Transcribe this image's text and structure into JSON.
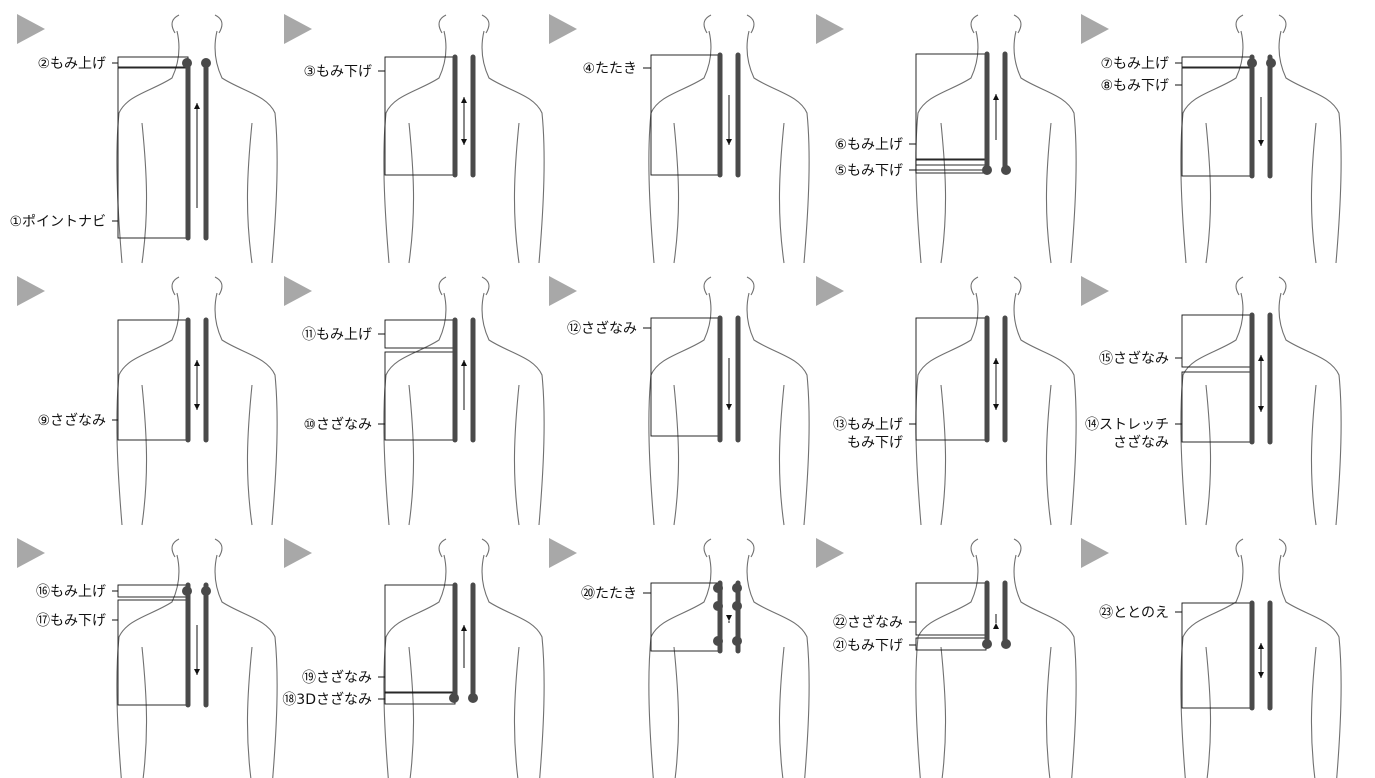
{
  "colors": {
    "arrow": "#a8a8a8",
    "body_outline": "#707070",
    "bar": "#4a4a4a",
    "line": "#111111"
  },
  "panels": [
    {
      "id": "p1",
      "labels": [
        {
          "text": "②もみ上げ"
        },
        {
          "text": "①ポイントナビ"
        }
      ],
      "arrow": "up"
    },
    {
      "id": "p2",
      "labels": [
        {
          "text": "③もみ下げ"
        }
      ],
      "arrow": "both"
    },
    {
      "id": "p3",
      "labels": [
        {
          "text": "④たたき"
        }
      ],
      "arrow": "down"
    },
    {
      "id": "p4",
      "labels": [
        {
          "text": "⑥もみ上げ"
        },
        {
          "text": "⑤もみ下げ"
        }
      ],
      "arrow": "up"
    },
    {
      "id": "p5",
      "labels": [
        {
          "text": "⑦もみ上げ"
        },
        {
          "text": "⑧もみ下げ"
        }
      ],
      "arrow": "down"
    },
    {
      "id": "p6",
      "labels": [
        {
          "text": "⑨さざなみ"
        }
      ],
      "arrow": "both"
    },
    {
      "id": "p7",
      "labels": [
        {
          "text": "⑪もみ上げ"
        },
        {
          "text": "⑩さざなみ"
        }
      ],
      "arrow": "up"
    },
    {
      "id": "p8",
      "labels": [
        {
          "text": "⑫さざなみ"
        }
      ],
      "arrow": "down"
    },
    {
      "id": "p9",
      "labels": [
        {
          "text": "⑬もみ上げ\nもみ下げ"
        }
      ],
      "arrow": "both"
    },
    {
      "id": "p10",
      "labels": [
        {
          "text": "⑮さざなみ"
        },
        {
          "text": "⑭ストレッチ\nさざなみ"
        }
      ],
      "arrow": "both"
    },
    {
      "id": "p11",
      "labels": [
        {
          "text": "⑯もみ上げ"
        },
        {
          "text": "⑰もみ下げ"
        }
      ],
      "arrow": "down"
    },
    {
      "id": "p12",
      "labels": [
        {
          "text": "⑲さざなみ"
        },
        {
          "text": "⑱3Dさざなみ"
        }
      ],
      "arrow": "up"
    },
    {
      "id": "p13",
      "labels": [
        {
          "text": "⑳たたき"
        }
      ],
      "arrow": "down"
    },
    {
      "id": "p14",
      "labels": [
        {
          "text": "㉒さざなみ"
        },
        {
          "text": "㉑もみ下げ"
        }
      ],
      "arrow": "up"
    },
    {
      "id": "p15",
      "labels": [
        {
          "text": "㉓ととのえ"
        }
      ],
      "arrow": "both"
    }
  ]
}
